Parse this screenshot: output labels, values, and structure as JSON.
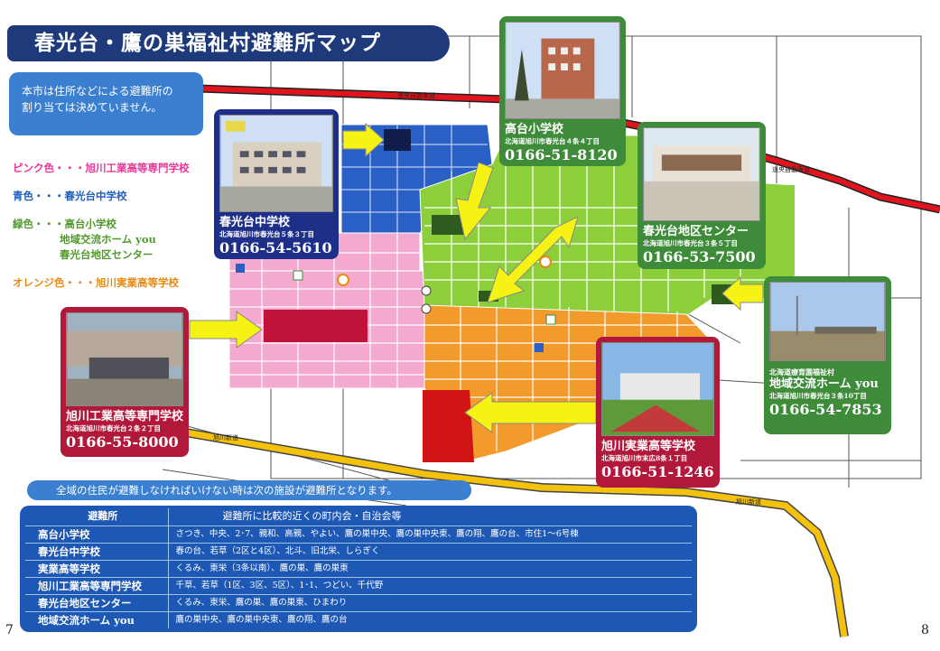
{
  "title": "春光台・鷹の巣福祉村避難所マップ",
  "note": {
    "line1": "本市は住所などによる避難所の",
    "line2": "割り当ては決めていません。"
  },
  "legend": {
    "pink": "ピンク色・・・旭川工業高等専門学校",
    "blue": "青色・・・春光台中学校",
    "green1": "緑色・・・高台小学校",
    "green2": "地域交流ホーム you",
    "green3": "春光台地区センター",
    "orange": "オレンジ色・・・旭川実業高等学校",
    "colors": {
      "pink": "#e8389a",
      "blue": "#1e5fc0",
      "green": "#4f9a2a",
      "orange": "#e88a12"
    }
  },
  "roads": {
    "expressway_top": "道央自動車道",
    "expressway_right": "道央自動車道",
    "shindo": "旭川新道",
    "shindo_right": "旭川新道"
  },
  "shelters": {
    "takadai": {
      "name": "高台小学校",
      "address": "北海道旭川市春光台４条４丁目",
      "tel": "0166-51-8120",
      "color": "#3e8b3a"
    },
    "center": {
      "name": "春光台地区センター",
      "address": "北海道旭川市春光台３条５丁目",
      "tel": "0166-53-7500",
      "color": "#3e8b3a"
    },
    "you": {
      "org": "北海道療育園福祉村",
      "name": "地域交流ホーム you",
      "address": "北海道旭川市春光台３条10丁目",
      "tel": "0166-54-7853",
      "color": "#3e8b3a"
    },
    "chugakko": {
      "name": "春光台中学校",
      "address": "北海道旭川市春光台５条３丁目",
      "tel": "0166-54-5610",
      "color": "#1e2f8a"
    },
    "kosen": {
      "name": "旭川工業高等専門学校",
      "address": "北海道旭川市春光台２条２丁目",
      "tel": "0166-55-8000",
      "color": "#b2183a"
    },
    "jitsugyo": {
      "name": "旭川実業高等学校",
      "address": "北海道旭川市末広8条１丁目",
      "tel": "0166-51-1246",
      "color": "#b2183a"
    }
  },
  "banner": "全域の住民が避難しなければいけない時は次の施設が避難所となります。",
  "table": {
    "headers": [
      "避難所",
      "避難所に比較的近くの町内会・自治会等"
    ],
    "rows": [
      {
        "shelter": "高台小学校",
        "areas": "さつき、中央、2･7、親和、高親、やよい、鷹の巣中央、鷹の巣中央東、鷹の翔、鷹の台、市住1～6号棟"
      },
      {
        "shelter": "春光台中学校",
        "areas": "春の台、若草（2区と4区）、北斗、旧北栄、しらぎく"
      },
      {
        "shelter": "実業高等学校",
        "areas": "くるみ、東栄（3条以南）、鷹の巣、鷹の巣東"
      },
      {
        "shelter": "旭川工業高等専門学校",
        "areas": "千草、若草（1区、3区、5区）、1･1、つどい、千代野"
      },
      {
        "shelter": "春光台地区センター",
        "areas": "くるみ、東栄、鷹の巣、鷹の巣東、ひまわり"
      },
      {
        "shelter": "地域交流ホーム you",
        "areas": "鷹の巣中央、鷹の巣中央東、鷹の翔、鷹の台"
      }
    ]
  },
  "pages": {
    "left": "7",
    "right": "8"
  }
}
